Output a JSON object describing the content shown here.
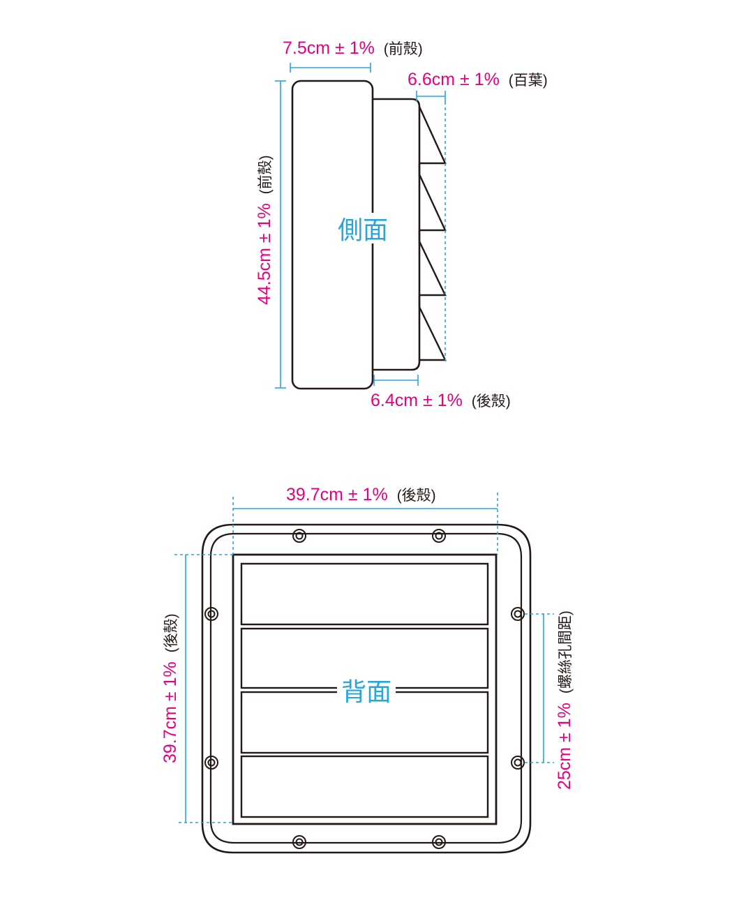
{
  "side_view": {
    "title": "側面",
    "front_width": {
      "value": "7.5cm ± 1%",
      "note": "(前殼)"
    },
    "louver_depth": {
      "value": "6.6cm ± 1%",
      "note": "(百葉)"
    },
    "front_height": {
      "value": "44.5cm ± 1%",
      "note": "(前殼)"
    },
    "rear_depth": {
      "value": "6.4cm ± 1%",
      "note": "(後殼)"
    }
  },
  "back_view": {
    "title": "背面",
    "width": {
      "value": "39.7cm ± 1%",
      "note": "(後殼)"
    },
    "height": {
      "value": "39.7cm ± 1%",
      "note": "(後殼)"
    },
    "screw_spacing": {
      "value": "25cm ± 1%",
      "note": "(螺絲孔間距)"
    }
  },
  "colors": {
    "dimension_text": "#e4007f",
    "dimension_line": "#27a6dc",
    "outline": "#231815"
  }
}
